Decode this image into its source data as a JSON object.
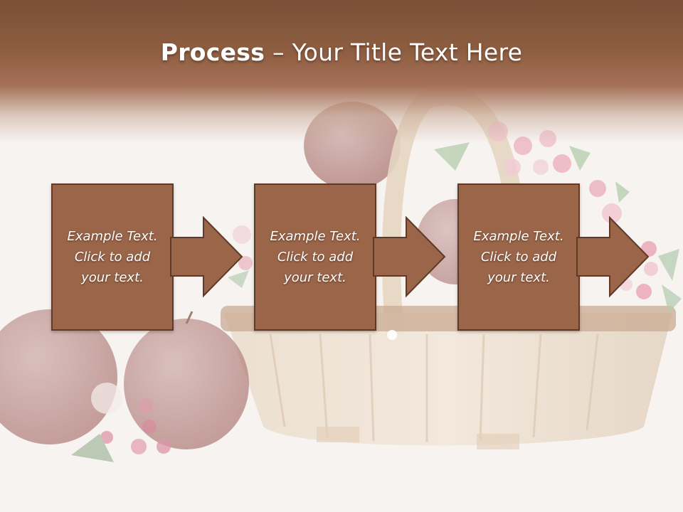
{
  "slide": {
    "title_bold": "Process",
    "title_separator": " – ",
    "title_rest": "Your Title Text Here"
  },
  "steps": [
    {
      "text": "Example Text. Click  to add your text."
    },
    {
      "text": "Example Text. Click  to add your text."
    },
    {
      "text": "Example Text. Click  to add your text."
    }
  ],
  "colors": {
    "header": "#8d5d40",
    "box_fill": "#9a6548",
    "box_border": "#5e3a27",
    "text": "#ffffff"
  },
  "background_image": "apple-basket-photo"
}
